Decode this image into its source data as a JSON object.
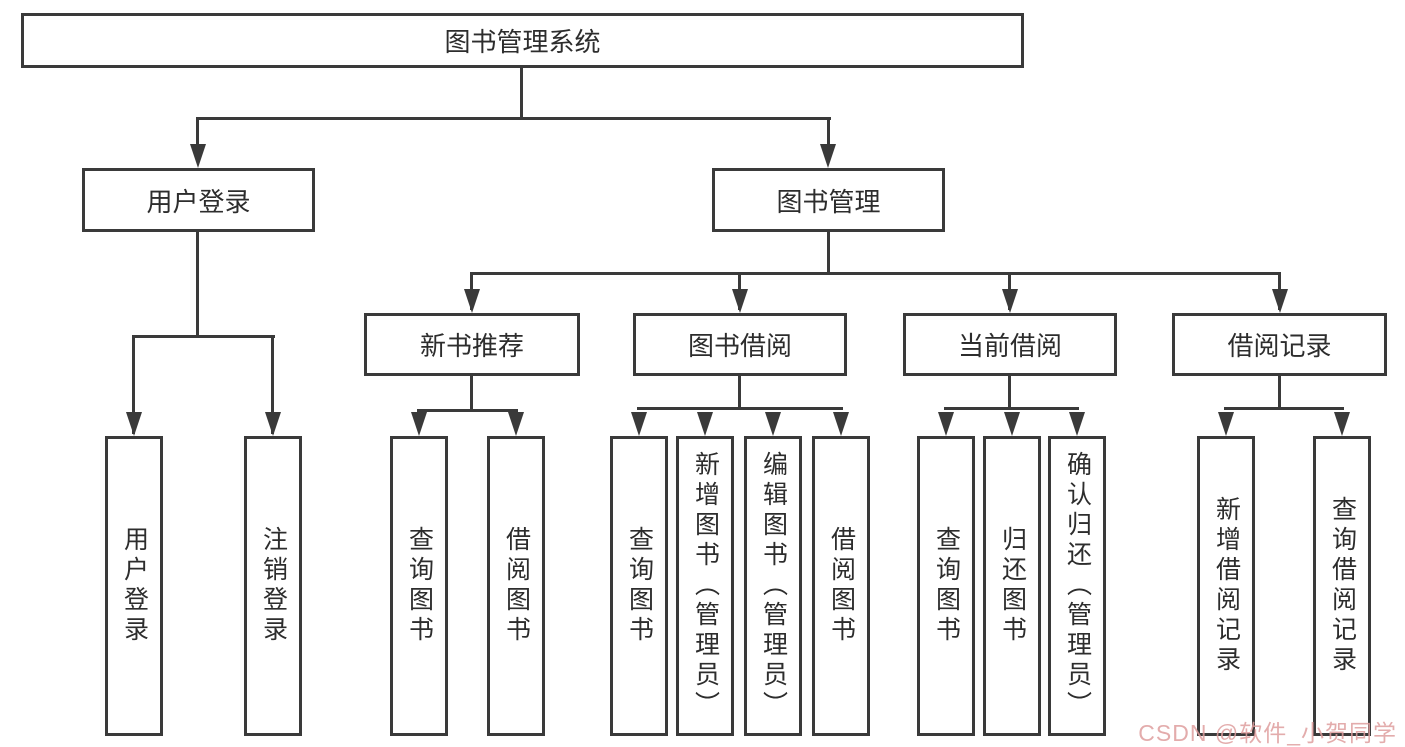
{
  "diagram_title": "图书管理系统",
  "tree": {
    "label": "图书管理系统",
    "children": [
      {
        "label": "用户登录",
        "children": [
          {
            "label": "用户登录"
          },
          {
            "label": "注销登录"
          }
        ]
      },
      {
        "label": "图书管理",
        "children": [
          {
            "label": "新书推荐",
            "children": [
              {
                "label": "查询图书"
              },
              {
                "label": "借阅图书"
              }
            ]
          },
          {
            "label": "图书借阅",
            "children": [
              {
                "label": "查询图书"
              },
              {
                "label": "新增图书（管理员）"
              },
              {
                "label": "编辑图书（管理员）"
              },
              {
                "label": "借阅图书"
              }
            ]
          },
          {
            "label": "当前借阅",
            "children": [
              {
                "label": "查询图书"
              },
              {
                "label": "归还图书"
              },
              {
                "label": "确认归还（管理员）"
              }
            ]
          },
          {
            "label": "借阅记录",
            "children": [
              {
                "label": "新增借阅记录"
              },
              {
                "label": "查询借阅记录"
              }
            ]
          }
        ]
      }
    ]
  },
  "watermark": {
    "text": "CSDN @软件_小贺同学"
  },
  "colors": {
    "line": "#3a3a3a",
    "text": "#2d2d2d",
    "box_background": "#ffffff",
    "watermark": "#de9e9e",
    "background": "#ffffff"
  }
}
